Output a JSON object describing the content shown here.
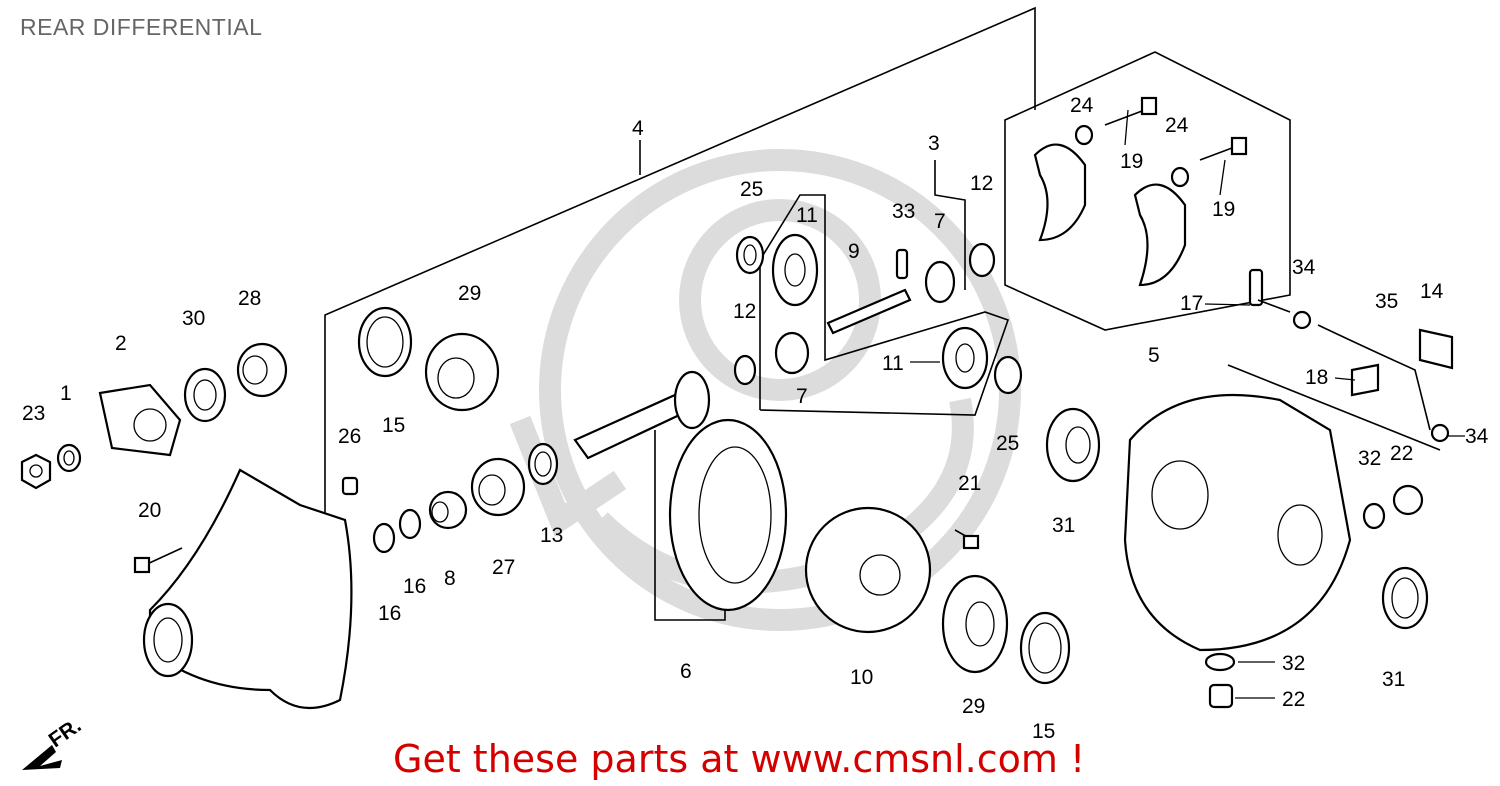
{
  "diagram": {
    "title": "REAR DIFFERENTIAL",
    "promo_text": "Get these parts at www.cmsnl.com !",
    "promo_color": "#d40000",
    "front_marker": "FR.",
    "callouts": [
      "1",
      "2",
      "3",
      "4",
      "5",
      "6",
      "7",
      "7",
      "8",
      "9",
      "10",
      "11",
      "11",
      "12",
      "12",
      "13",
      "14",
      "15",
      "15",
      "16",
      "16",
      "17",
      "18",
      "19",
      "19",
      "20",
      "21",
      "22",
      "22",
      "23",
      "24",
      "24",
      "25",
      "25",
      "26",
      "27",
      "28",
      "29",
      "29",
      "30",
      "31",
      "31",
      "32",
      "32",
      "33",
      "34",
      "34",
      "35"
    ]
  }
}
